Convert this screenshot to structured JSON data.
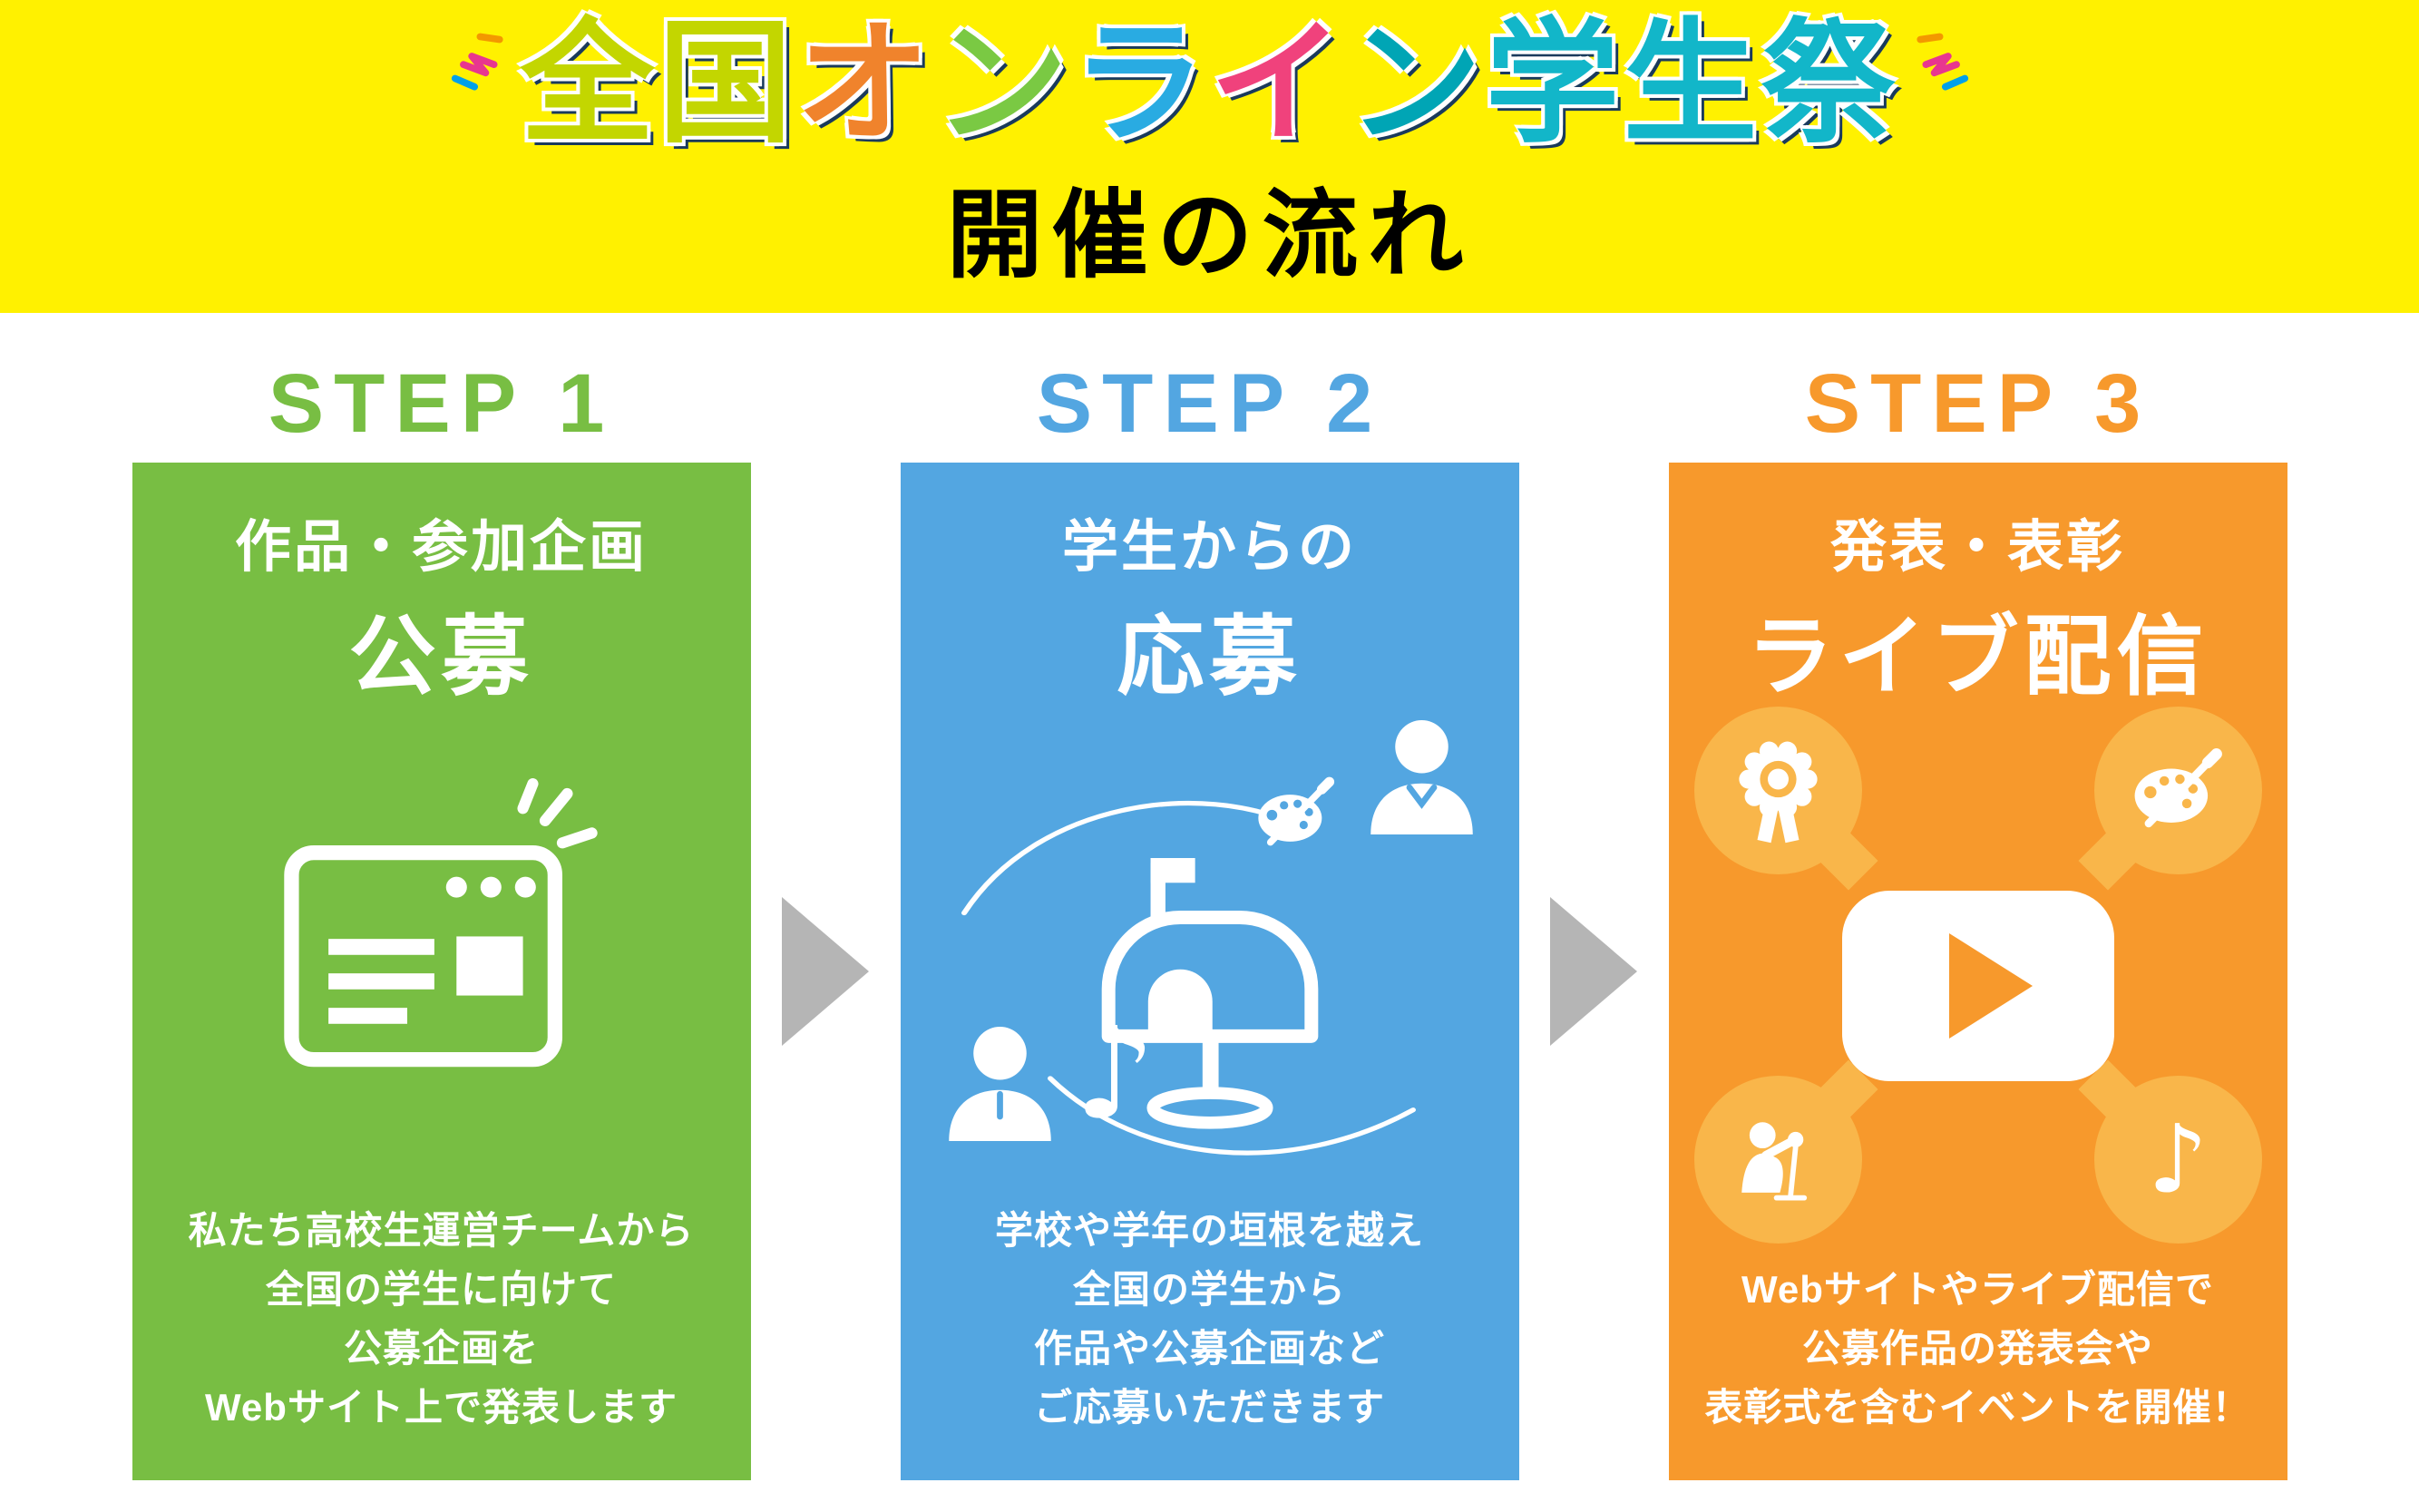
{
  "banner": {
    "bg": "#fff100",
    "logo_segments": [
      {
        "text": "全国",
        "color": "#c3d600"
      },
      {
        "text": "オ",
        "color": "#f0832c"
      },
      {
        "text": "ン",
        "color": "#7ac943"
      },
      {
        "text": "ラ",
        "color": "#29abe2"
      },
      {
        "text": "イ",
        "color": "#f0427c"
      },
      {
        "text": "ン",
        "color": "#00a5b5"
      },
      {
        "text": "学生祭",
        "color": "#12b6c9"
      }
    ],
    "subtitle": "開催の流れ"
  },
  "colors": {
    "arrow": "#b5b5b5"
  },
  "icons": {
    "music_note": "♪"
  },
  "steps": [
    {
      "header": "STEP 1",
      "color": "#78be43",
      "title_sub": "作品・参加企画",
      "title_main": "公募",
      "description": "私たち高校生運営チームから\n全国の学生に向けて\n公募企画を\nWebサイト上で発表します"
    },
    {
      "header": "STEP 2",
      "color": "#53a6e1",
      "title_sub": "学生からの",
      "title_main": "応募",
      "description": "学校や学年の垣根を越え\n全国の学生から\n作品や公募企画など\nご応募いただきます"
    },
    {
      "header": "STEP 3",
      "color": "#f7992c",
      "light_color": "#f9b64a",
      "title_sub": "発表・表彰",
      "title_main": "ライブ配信",
      "description": "Webサイトやライブ配信で\n公募作品の発表会や\n表彰式を含むイベントを開催！"
    }
  ]
}
